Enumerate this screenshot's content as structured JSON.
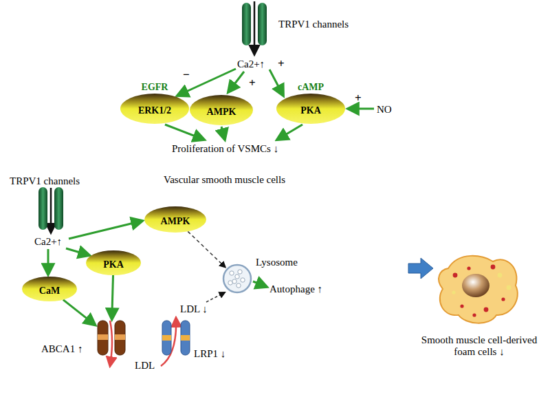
{
  "diagram": {
    "nodes": [
      {
        "text": [
          "TRPV1 channels"
        ]
      },
      {
        "text": [
          "Ca2+↑",
          "Proliferation of VSMCs ↓"
        ]
      },
      {
        "text": [
          "EGFR",
          "ERK1/2"
        ],
        "in": 1
      },
      {
        "text": [
          "AMPK"
        ],
        "in": 1
      },
      {
        "text": [
          "cAMP",
          "PKA"
        ],
        "in": 1
      },
      {
        "text": [
          "TRPV1 channels"
        ]
      },
      {
        "text": [
          "Ca2+↑"
        ]
      },
      {
        "text": [
          "AMPK"
        ],
        "in": 6
      },
      {
        "text": [
          "PKA"
        ],
        "in": 6
      },
      {
        "text": [
          "CaM"
        ],
        "in": 6
      },
      {
        "text": [
          "Lysosome"
        ],
        "in": 6
      },
      {
        "text": [
          "ABCA1 ↑"
        ]
      },
      {
        "text": [
          "LRP1 ↓"
        ]
      },
      {
        "text": [
          "Smooth muscle cell-derived foam cells ↓"
        ]
      }
    ],
    "edges": [
      {
        "from": 6,
        "to": 13,
        "arrow": "to"
      },
      {
        "from": 7,
        "to": 10,
        "arrow": "to"
      },
      {
        "from": 9,
        "to": 11,
        "arrow": "to"
      },
      {
        "from": 8,
        "to": 11,
        "arrow": "to"
      }
    ],
    "labels": [
      "+",
      "−",
      "+",
      "+",
      "NO",
      "Vascular smooth muscle cells",
      "Autophage ↑",
      "LDL ↓",
      "LDL"
    ]
  }
}
